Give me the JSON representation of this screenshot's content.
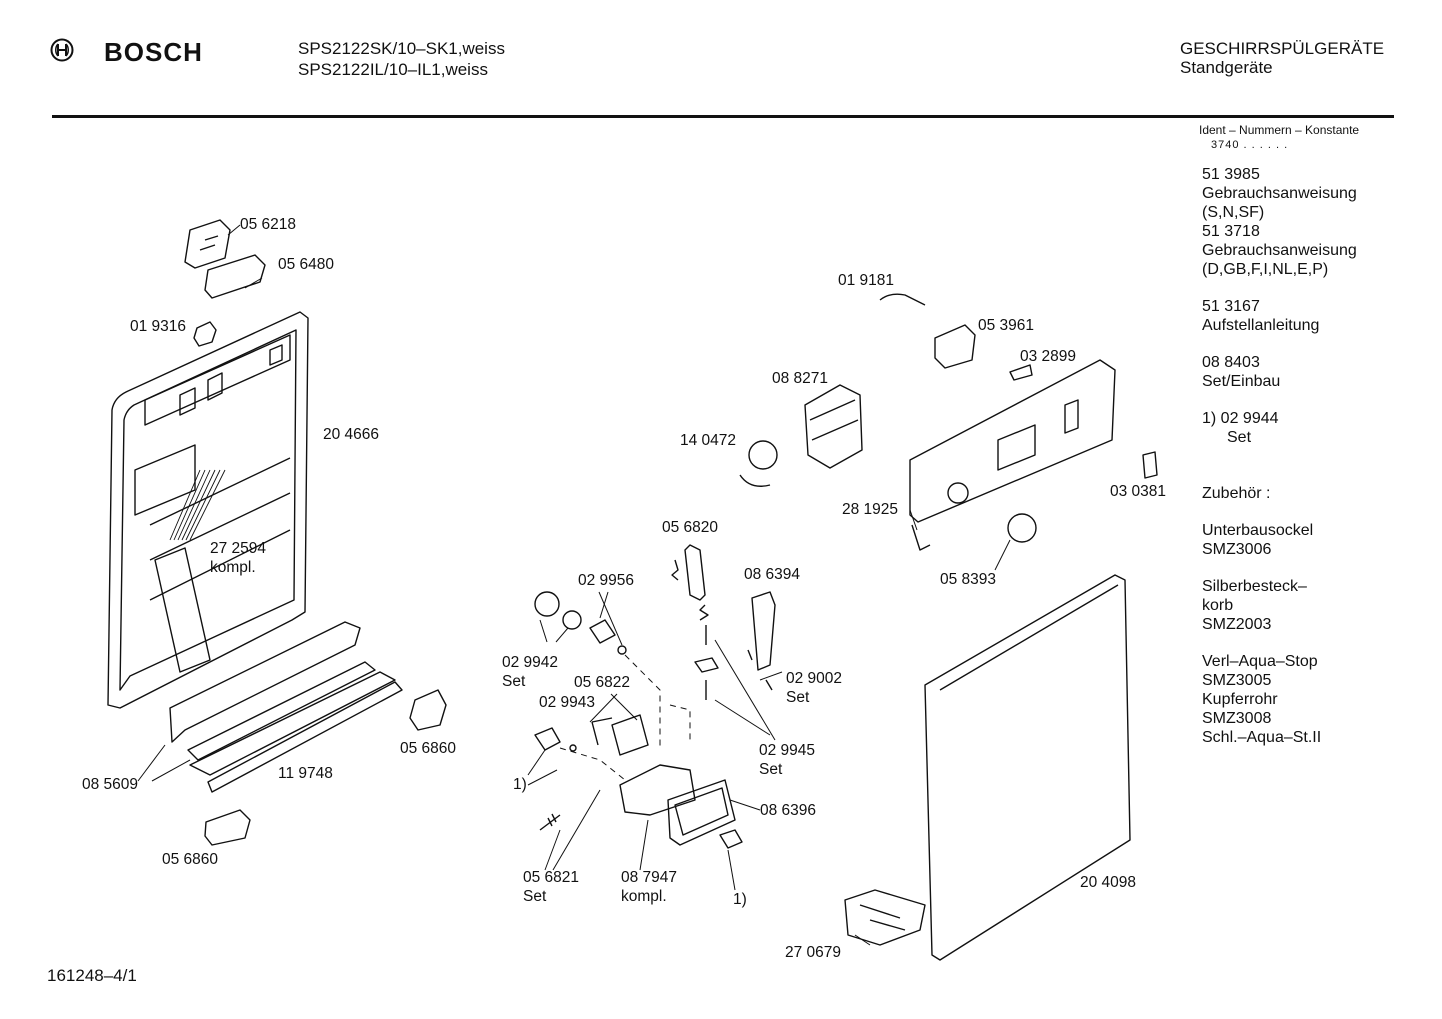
{
  "header": {
    "brand": "BOSCH",
    "models": [
      "SPS2122SK/10–SK1,weiss",
      "SPS2122IL/10–IL1,weiss"
    ],
    "category": "GESCHIRRSPÜLGERÄTE",
    "subcategory": "Standgeräte"
  },
  "ident": {
    "title": "Ident – Nummern – Konstante",
    "prefix": "3740 . .   . . . ."
  },
  "side_notes": [
    {
      "number": "51 3985",
      "lines": [
        "Gebrauchsanweisung",
        "(S,N,SF)"
      ]
    },
    {
      "number": "51 3718",
      "lines": [
        "Gebrauchsanweisung",
        "(D,GB,F,I,NL,E,P)"
      ]
    },
    {
      "number": "51 3167",
      "lines": [
        "Aufstellanleitung"
      ]
    },
    {
      "number": "08 8403",
      "lines": [
        "Set/Einbau"
      ]
    },
    {
      "number": "1)  02 9944",
      "lines": [
        "Set"
      ]
    }
  ],
  "accessories": {
    "title": "Zubehör :",
    "items": [
      [
        "Unterbausockel",
        "SMZ3006"
      ],
      [
        "Silberbesteck–",
        "korb",
        "SMZ2003"
      ],
      [
        "Verl–Aqua–Stop",
        "SMZ3005",
        "Kupferrohr",
        "SMZ3008",
        "Schl.–Aqua–St.II"
      ]
    ]
  },
  "part_labels": {
    "p056218": "05 6218",
    "p056480": "05 6480",
    "p019316": "01 9316",
    "p204666": "20 4666",
    "p272594": "27 2594",
    "kompl_a": "kompl.",
    "p085609": "08 5609",
    "p119748": "11 9748",
    "p056860a": "05 6860",
    "p056860b": "05 6860",
    "p019181": "01 9181",
    "p053961": "05 3961",
    "p032899": "03 2899",
    "p088271": "08 8271",
    "p140472": "14 0472",
    "p281925": "28 1925",
    "p030381": "03 0381",
    "p058393": "05 8393",
    "p056820": "05 6820",
    "p086394": "08 6394",
    "p029956": "02 9956",
    "p029942": "02 9942",
    "set_a": "Set",
    "p056822": "05 6822",
    "p029943": "02 9943",
    "p029002": "02 9002",
    "set_b": "Set",
    "p029945": "02 9945",
    "set_c": "Set",
    "fn1_a": "1)",
    "p086396": "08 6396",
    "p056821": "05 6821",
    "set_d": "Set",
    "p087947": "08 7947",
    "kompl_b": "kompl.",
    "fn1_b": "1)",
    "p204098": "20 4098",
    "p270679": "27 0679"
  },
  "footer": "161248–4/1"
}
